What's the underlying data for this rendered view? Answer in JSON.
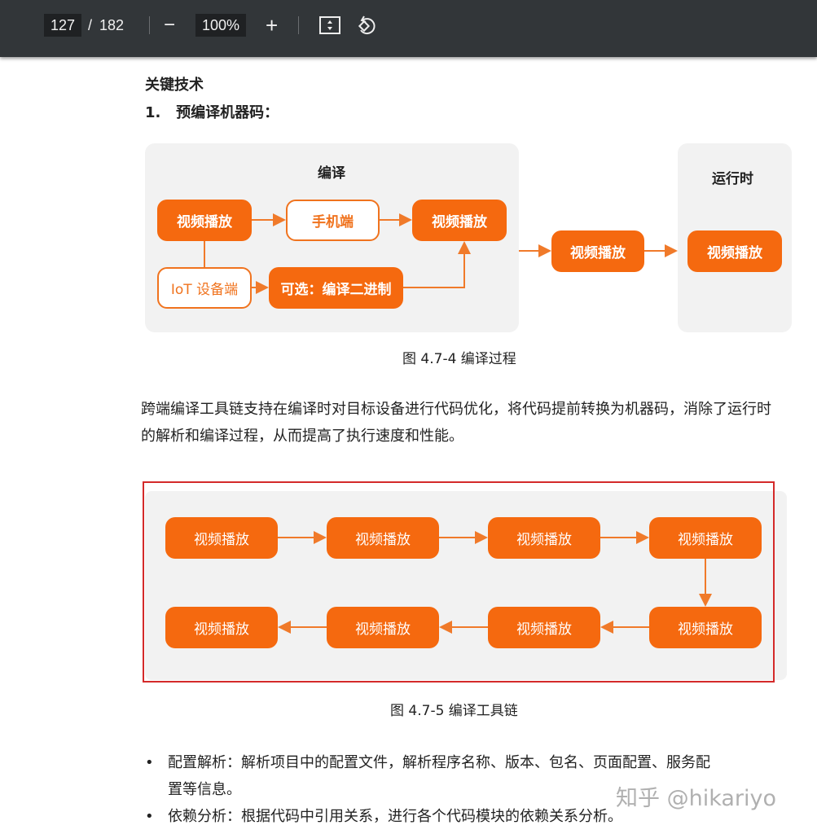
{
  "toolbar": {
    "page_current": "127",
    "page_sep": "/",
    "page_total": "182",
    "zoom": "100%",
    "zoom_out": "−",
    "zoom_in": "+"
  },
  "heading": "关键技术",
  "subheading": "1.   预编译机器码：",
  "fig1": {
    "panel_compile": "编译",
    "panel_runtime": "运行时",
    "n1": "视频播放",
    "n2": "手机端",
    "n3": "视频播放",
    "n4": "IoT 设备端",
    "n5": "可选：编译二进制",
    "n6": "视频播放",
    "n7": "视频播放",
    "caption": "图 4.7-4 编译过程"
  },
  "paragraph": "跨端编译工具链支持在编译时对目标设备进行代码优化，将代码提前转换为机器码，消除了运行时的解析和编译过程，从而提高了执行速度和性能。",
  "fig2": {
    "nodes": [
      "视频播放",
      "视频播放",
      "视频播放",
      "视频播放",
      "视频播放",
      "视频播放",
      "视频播放",
      "视频播放"
    ],
    "caption": "图 4.7-5 编译工具链",
    "highlight_color": "#d42a2a"
  },
  "bullets": [
    {
      "text": "配置解析：解析项目中的配置文件，解析程序名称、版本、包名、页面配置、服务配",
      "cont": "置等信息。"
    },
    {
      "text": "依赖分析：根据代码中引用关系，进行各个代码模块的依赖关系分析。"
    }
  ],
  "watermark": "知乎 @hikariyo",
  "colors": {
    "accent": "#f5690f",
    "toolbar": "#323639"
  }
}
